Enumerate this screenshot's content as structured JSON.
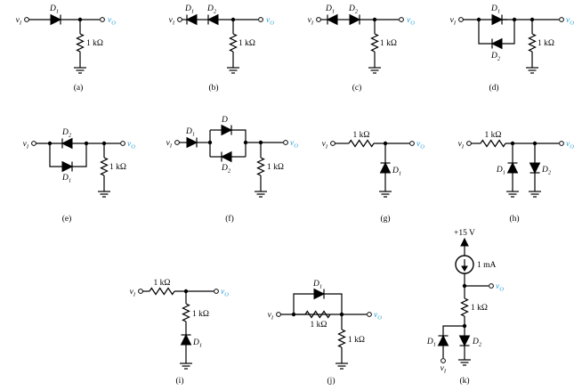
{
  "labels": {
    "vi": "v",
    "vi_sub": "I",
    "vo": "v",
    "vo_sub": "O",
    "d": "D",
    "d1_sub": "1",
    "d2_sub": "2",
    "resistor": "1 kΩ",
    "supply": "+15 V",
    "current_source": "1 mA"
  },
  "captions": {
    "a": "(a)",
    "b": "(b)",
    "c": "(c)",
    "d": "(d)",
    "e": "(e)",
    "f": "(f)",
    "g": "(g)",
    "h": "(h)",
    "i": "(i)",
    "j": "(j)",
    "k": "(k)"
  },
  "colors": {
    "output_label": "#2a9fd6",
    "wire": "#000000"
  }
}
